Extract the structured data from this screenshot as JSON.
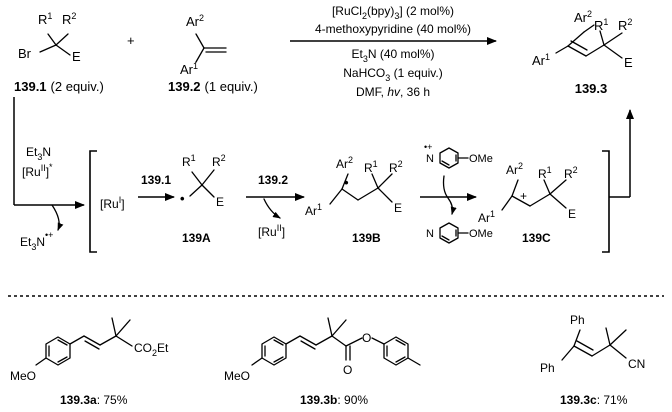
{
  "reaction": {
    "reagent1": {
      "compound": "139.1",
      "equiv": "(2 equiv.)",
      "r1": "R",
      "r1_sup": "1",
      "r2": "R",
      "r2_sup": "2",
      "br": "Br",
      "e": "E"
    },
    "reagent2": {
      "compound": "139.2",
      "equiv": "(1 equiv.)",
      "ar1": "Ar",
      "ar1_sup": "1",
      "ar2": "Ar",
      "ar2_sup": "2"
    },
    "plus": "+",
    "conditions": {
      "catalyst_a": "[RuCl",
      "catalyst_sub2": "2",
      "catalyst_b": "(bpy)",
      "catalyst_sub3": "3",
      "catalyst_c": "] (2 mol%)",
      "additive": "4-methoxypyridine (40 mol%)",
      "base_a": "Et",
      "base_sub": "3",
      "base_b": "N (40 mol%)",
      "salt_a": "NaHCO",
      "salt_sub": "3",
      "salt_b": " (1 equiv.)",
      "solvent_a": "DMF, ",
      "solvent_hv": "hv",
      "solvent_b": ", 36 h"
    },
    "product": {
      "compound": "139.3",
      "ar1": "Ar",
      "ar1_sup": "1",
      "ar2": "Ar",
      "ar2_sup": "2",
      "r1": "R",
      "r1_sup": "1",
      "r2": "R",
      "r2_sup": "2",
      "e": "E"
    }
  },
  "mechanism": {
    "et3n_a": "Et",
    "et3n_sub": "3",
    "et3n_b": "N",
    "ru2_a": "[Ru",
    "ru2_sup": "II",
    "ru2_b": "]",
    "ru2_dot": "*",
    "et3n_cation_a": "Et",
    "et3n_cation_sub": "3",
    "et3n_cation_b": "N",
    "et3n_cation_charge": "•+",
    "ru1_a": "[Ru",
    "ru1_sup": "I",
    "ru1_b": "]",
    "step1_reagent": "139.1",
    "step2_reagent": "139.2",
    "ru2_out_a": "[Ru",
    "ru2_out_sup": "II",
    "ru2_out_b": "]",
    "int_a": {
      "label": "139A",
      "r1": "R",
      "r1_sup": "1",
      "r2": "R",
      "r2_sup": "2",
      "e": "E",
      "dot": "•"
    },
    "int_b": {
      "label": "139B",
      "ar1": "Ar",
      "ar1_sup": "1",
      "ar2": "Ar",
      "ar2_sup": "2",
      "r1": "R",
      "r1_sup": "1",
      "r2": "R",
      "r2_sup": "2",
      "e": "E",
      "dot": "•"
    },
    "int_c": {
      "label": "139C",
      "ar1": "Ar",
      "ar1_sup": "1",
      "ar2": "Ar",
      "ar2_sup": "2",
      "r1": "R",
      "r1_sup": "1",
      "r2": "R",
      "r2_sup": "2",
      "e": "E",
      "plus": "+"
    },
    "pyridinium": {
      "n": "N",
      "charge": "•+",
      "ome": "OMe"
    },
    "pyridine": {
      "n": "N",
      "ome": "OMe"
    }
  },
  "examples": [
    {
      "label": "139.3a",
      "yield": ": 75%",
      "left": "MeO",
      "right_a": "CO",
      "right_sub": "2",
      "right_b": "Et"
    },
    {
      "label": "139.3b",
      "yield": ": 90%",
      "left": "MeO",
      "o1": "O",
      "o2": "O"
    },
    {
      "label": "139.3c",
      "yield": ": 71%",
      "ph1": "Ph",
      "ph2": "Ph",
      "cn": "CN"
    }
  ]
}
